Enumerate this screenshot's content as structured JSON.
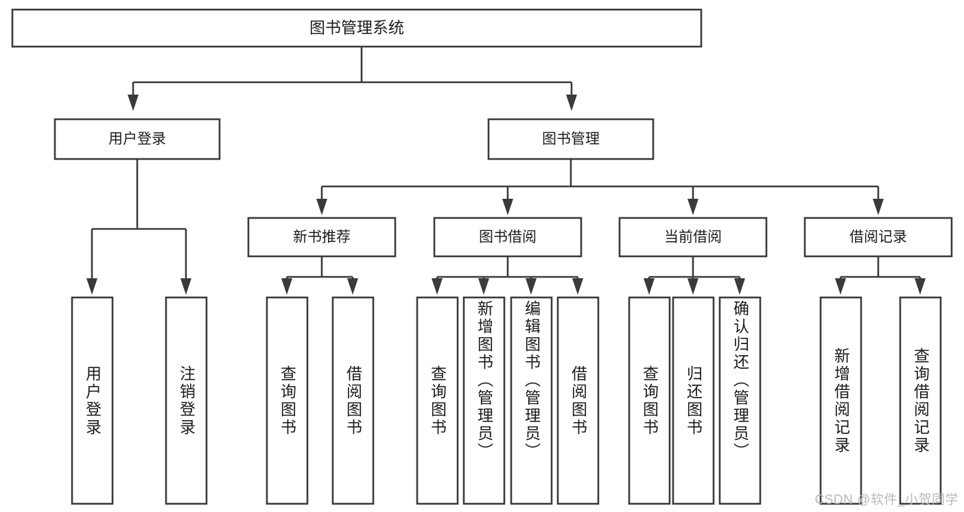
{
  "diagram": {
    "title": "图书管理系统",
    "type": "hierarchy-tree",
    "watermark": "CSDN @软件_小贺同学",
    "colors": {
      "stroke": "#3a3a3a",
      "fill": "#ffffff",
      "text": "#1b1b1b",
      "watermark": "#b8b8b8"
    },
    "levels": {
      "root": {
        "label": "图书管理系统"
      },
      "level1": [
        {
          "label": "用户登录"
        },
        {
          "label": "图书管理"
        }
      ],
      "level2": [
        {
          "label": "新书推荐"
        },
        {
          "label": "图书借阅"
        },
        {
          "label": "当前借阅"
        },
        {
          "label": "借阅记录"
        }
      ],
      "leaves": {
        "user_login": [
          {
            "label": "用户登录"
          },
          {
            "label": "注销登录"
          }
        ],
        "new_book_recommend": [
          {
            "label": "查询图书"
          },
          {
            "label": "借阅图书"
          }
        ],
        "book_borrow": [
          {
            "label": "查询图书"
          },
          {
            "label": "新增图书（管理员）"
          },
          {
            "label": "编辑图书（管理员）"
          },
          {
            "label": "借阅图书"
          }
        ],
        "current_borrow": [
          {
            "label": "查询图书"
          },
          {
            "label": "归还图书"
          },
          {
            "label": "确认归还（管理员）"
          }
        ],
        "borrow_records": [
          {
            "label": "新增借阅记录"
          },
          {
            "label": "查询借阅记录"
          }
        ]
      }
    }
  }
}
